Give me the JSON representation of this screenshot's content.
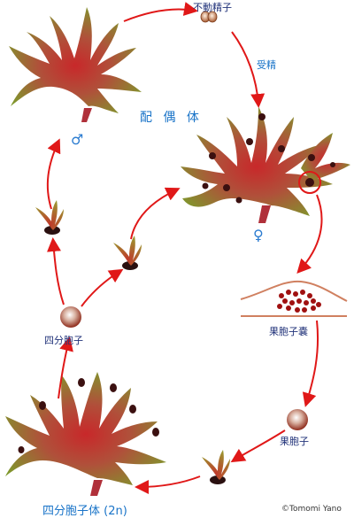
{
  "labels": {
    "immotile_sperm": "不動精子",
    "fertilization": "受精",
    "gametophyte": "配 偶 体",
    "male_symbol": "♂",
    "female_symbol": "♀",
    "carposporangium": "果胞子嚢",
    "carpospore": "果胞子",
    "tetraspore": "四分胞子",
    "tetrasporophyte": "四分胞子体 (2n)",
    "credit": "©Tomomi Yano"
  },
  "colors": {
    "arrow": "#e01818",
    "thallus_outer": "#7a9a2a",
    "thallus_inner": "#c0392b",
    "spot": "#3b1010",
    "label_blue": "#1a74c8",
    "label_navy": "#22337a"
  }
}
